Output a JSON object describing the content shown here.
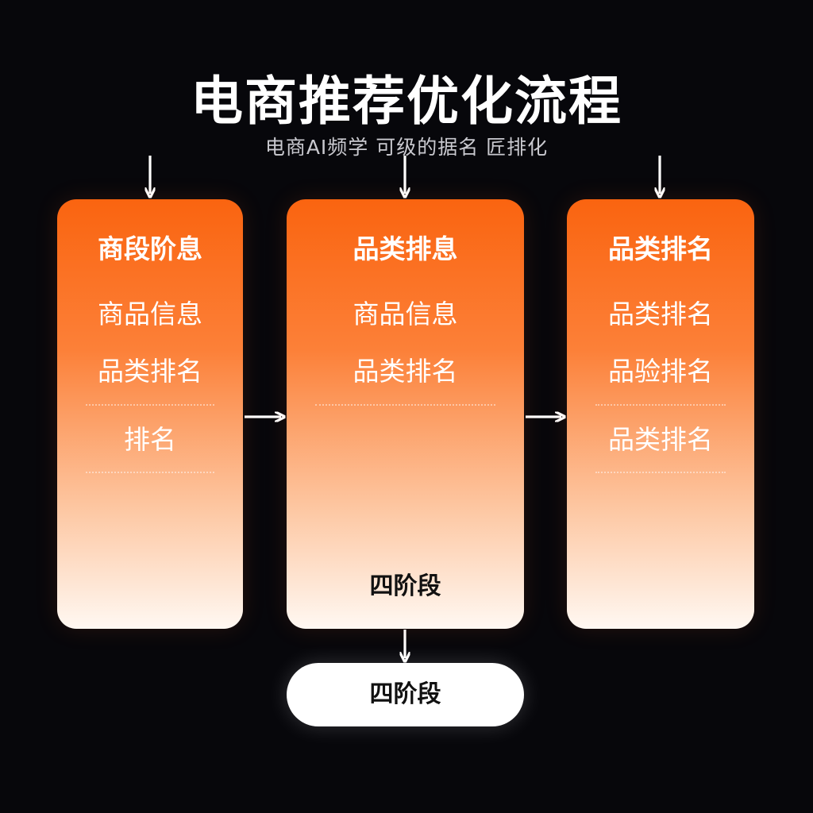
{
  "title": "电商推荐优化流程",
  "subtitle": "电商AI频学 可级的据名 匠排化",
  "stages": [
    {
      "title": "商段阶息",
      "items": [
        "商品信息",
        "品类排名",
        "排名"
      ]
    },
    {
      "title": "品类排息",
      "items": [
        "商品信息",
        "品类排名"
      ],
      "footer": "四阶段"
    },
    {
      "title": "品类排名",
      "items": [
        "品类排名",
        "品验排名",
        "品类排名"
      ]
    }
  ],
  "final_node": "四阶段",
  "colors": {
    "background": "#07070b",
    "card_top": "#fa6410",
    "card_bottom": "#fff8f2",
    "arrow": "#ffffff",
    "pill": "#ffffff"
  }
}
